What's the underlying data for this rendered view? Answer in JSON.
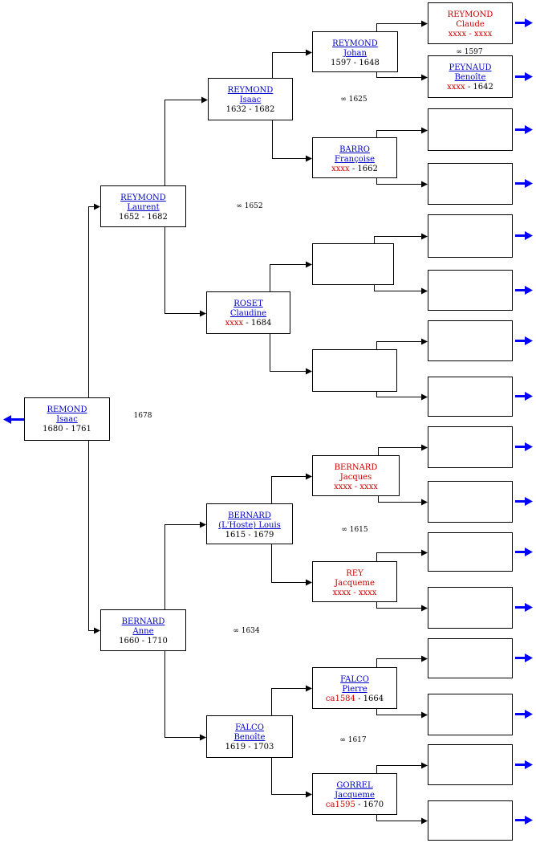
{
  "people": {
    "p1": {
      "surname": "REMOND",
      "given": "Isaac",
      "birth": "1680",
      "death": "1761",
      "linked": true,
      "birth_unknown": false,
      "death_unknown": false
    },
    "p2": {
      "surname": "REYMOND",
      "given": "Laurent",
      "birth": "1652",
      "death": "1682",
      "linked": true,
      "birth_unknown": false,
      "death_unknown": false
    },
    "p3": {
      "surname": "BERNARD",
      "given": "Anne",
      "birth": "1660",
      "death": "1710",
      "linked": true,
      "birth_unknown": false,
      "death_unknown": false
    },
    "p4": {
      "surname": "REYMOND",
      "given": "Isaac",
      "birth": "1632",
      "death": "1682",
      "linked": true,
      "birth_unknown": false,
      "death_unknown": false
    },
    "p5": {
      "surname": "ROSET",
      "given": "Claudine",
      "birth": "xxxx",
      "death": "1684",
      "linked": true,
      "birth_unknown": true,
      "death_unknown": false
    },
    "p6": {
      "surname": "BERNARD",
      "given": "(L'Hoste) Louis",
      "birth": "1615",
      "death": "1679",
      "linked": true,
      "birth_unknown": false,
      "death_unknown": false
    },
    "p7": {
      "surname": "FALCO",
      "given": "Benoîte",
      "birth": "1619",
      "death": "1703",
      "linked": true,
      "birth_unknown": false,
      "death_unknown": false
    },
    "p8": {
      "surname": "REYMOND",
      "given": "Johan",
      "birth": "1597",
      "death": "1648",
      "linked": true,
      "birth_unknown": false,
      "death_unknown": false
    },
    "p9": {
      "surname": "BARRO",
      "given": "Françoise",
      "birth": "xxxx",
      "death": "1662",
      "linked": true,
      "birth_unknown": true,
      "death_unknown": false
    },
    "p10": null,
    "p11": null,
    "p12": {
      "surname": "BERNARD",
      "given": "Jacques",
      "birth": "xxxx",
      "death": "xxxx",
      "linked": false,
      "birth_unknown": true,
      "death_unknown": true
    },
    "p13": {
      "surname": "REY",
      "given": "Jacqueme",
      "birth": "xxxx",
      "death": "xxxx",
      "linked": false,
      "birth_unknown": true,
      "death_unknown": true
    },
    "p14": {
      "surname": "FALCO",
      "given": "Pierre",
      "birth": "ca1584",
      "death": "1664",
      "linked": true,
      "birth_unknown": true,
      "death_unknown": false
    },
    "p15": {
      "surname": "GORREL",
      "given": "Jacqueme",
      "birth": "ca1595",
      "death": "1670",
      "linked": true,
      "birth_unknown": true,
      "death_unknown": false
    },
    "p16": {
      "surname": "REYMOND",
      "given": "Claude",
      "birth": "xxxx",
      "death": "xxxx",
      "linked": false,
      "birth_unknown": true,
      "death_unknown": true
    },
    "p17": {
      "surname": "PEYNAUD",
      "given": "Benoîte",
      "birth": "xxxx",
      "death": "1642",
      "linked": true,
      "birth_unknown": true,
      "death_unknown": false
    }
  },
  "marriages": {
    "p1": "1678",
    "p2": "∞ 1652",
    "p3": "∞ 1634",
    "p4": "∞ 1625",
    "p6": "∞ 1615",
    "p7": "∞ 1617",
    "p8": "∞ 1597"
  },
  "date_separator": " - ",
  "colors": {
    "link": "#0000cc",
    "unknown": "#cc0000",
    "line": "#000000",
    "nav_arrow": "#0000ff"
  },
  "icons": {
    "nav_left": "left-arrow-icon",
    "nav_right": "right-arrow-icon"
  }
}
